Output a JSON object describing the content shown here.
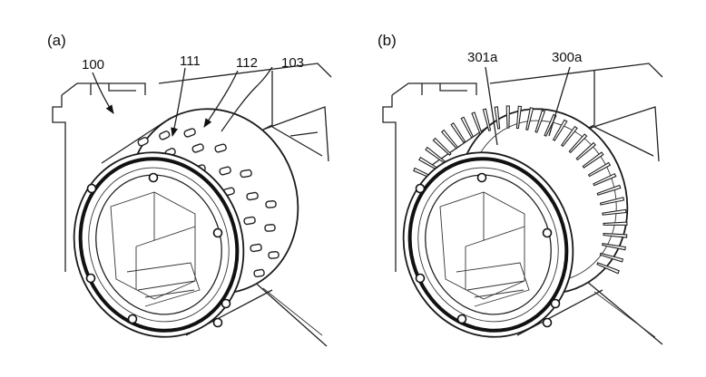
{
  "panels": [
    {
      "id": "a",
      "label": "(a)",
      "callouts": [
        {
          "text": "100"
        },
        {
          "text": "111"
        },
        {
          "text": "112"
        },
        {
          "text": "103"
        }
      ]
    },
    {
      "id": "b",
      "label": "(b)",
      "callouts": [
        {
          "text": "301a"
        },
        {
          "text": "300a"
        }
      ]
    }
  ]
}
